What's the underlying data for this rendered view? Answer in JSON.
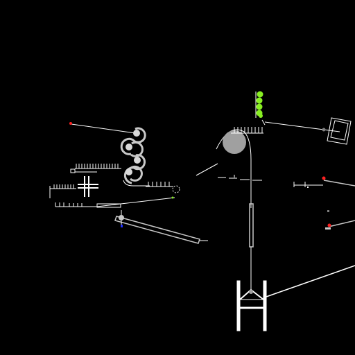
{
  "scene": {
    "background": "#000000",
    "stroke_color": "#ffffff",
    "grey_color": "#c8c8c8",
    "ball_color": "#a0a0a0",
    "green_balls_color": "#88ee22",
    "red_marker_color": "#ff2020",
    "blue_marker_color": "#2030ff",
    "green_ball_count": 5,
    "spiral_loop_count": 4,
    "red_marker_count": 3,
    "blue_marker_count": 1
  },
  "objects": [
    "ramp-rod",
    "rope-segment",
    "spiral-track",
    "comb-track-left",
    "cross-support",
    "pulley-ball",
    "green-ball-stack",
    "hanging-frame",
    "rotated-box",
    "weight-catch-cradle",
    "vertical-rod",
    "diagonal-rope"
  ]
}
